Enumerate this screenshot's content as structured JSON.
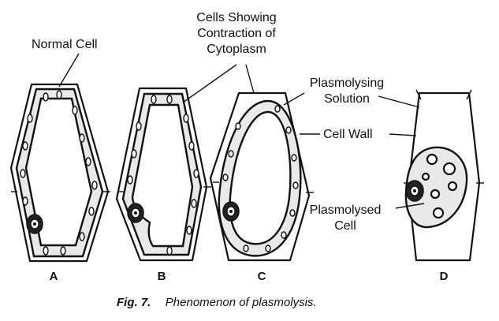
{
  "labels": {
    "normal_cell": "Normal Cell",
    "contraction_line1": "Cells Showing",
    "contraction_line2": "Contraction of",
    "contraction_line3": "Cytoplasm",
    "plasmolysing_line1": "Plasmolysing",
    "plasmolysing_line2": "Solution",
    "cell_wall": "Cell Wall",
    "plasmolysed_line1": "Plasmolysed",
    "plasmolysed_line2": "Cell"
  },
  "cells": [
    {
      "letter": "A"
    },
    {
      "letter": "B"
    },
    {
      "letter": "C"
    },
    {
      "letter": "D"
    }
  ],
  "caption": {
    "figure": "Fig. 7.",
    "text": "Phenomenon of plasmolysis."
  }
}
